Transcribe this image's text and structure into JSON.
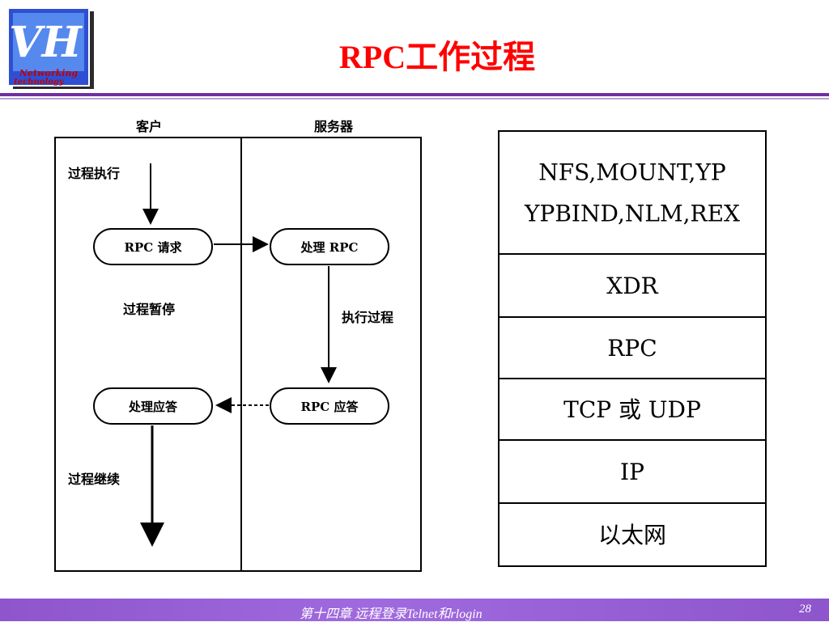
{
  "logo": {
    "letters": "VH",
    "text_line1": "Networking",
    "text_line2": "technology"
  },
  "title": "RPC工作过程",
  "flow": {
    "client_header": "客户",
    "server_header": "服务器",
    "call_proc": "过程执行",
    "rpc_request": "RPC 请求",
    "handle_rpc": "处理 RPC",
    "proc_suspend": "过程暂停",
    "exec_proc": "执行过程",
    "rpc_reply": "RPC 应答",
    "handle_reply": "处理应答",
    "proc_continue": "过程继续"
  },
  "stack": {
    "layers": [
      {
        "lines": [
          "NFS,MOUNT,YP",
          "YPBIND,NLM,REX"
        ]
      },
      {
        "lines": [
          "XDR"
        ]
      },
      {
        "lines": [
          "RPC"
        ]
      },
      {
        "lines": [
          "TCP 或 UDP"
        ]
      },
      {
        "lines": [
          "IP"
        ]
      },
      {
        "lines": [
          "以太网"
        ]
      }
    ]
  },
  "footer": {
    "text": "第十四章   远程登录Telnet和rlogin",
    "page": "28"
  },
  "colors": {
    "title": "#ff0000",
    "band": "#7030a0",
    "footer": "#9a5fd8"
  }
}
